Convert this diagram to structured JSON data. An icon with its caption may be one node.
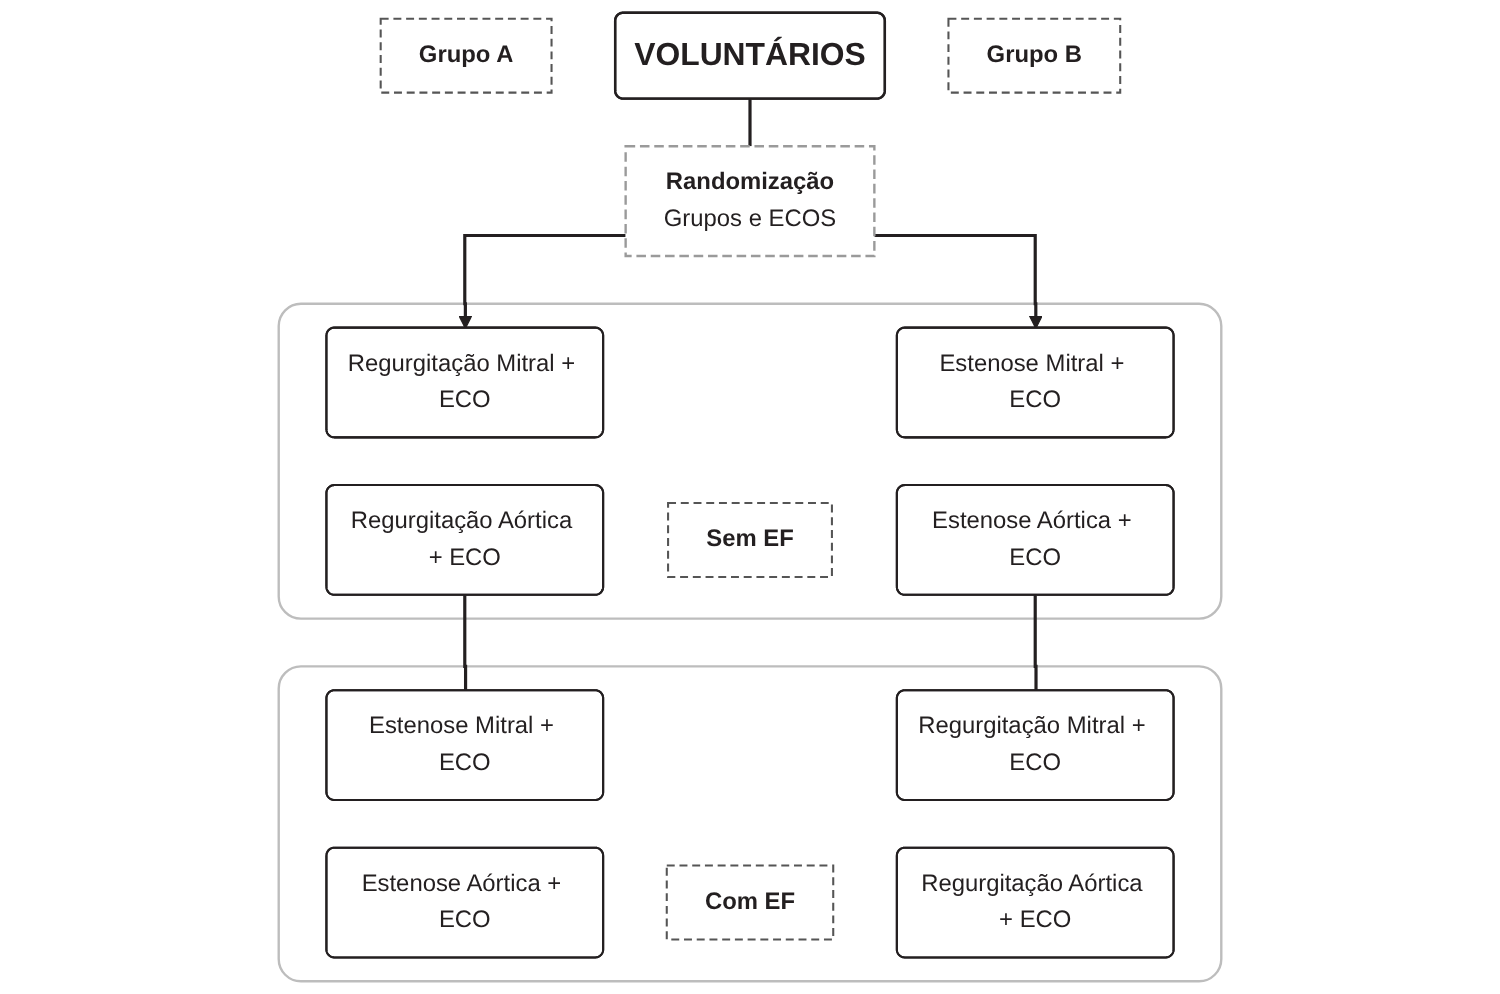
{
  "diagram": {
    "nodes": [
      {
        "text": [
          "VOLUNTÁRIOS"
        ]
      },
      {
        "text": [
          "Grupo A"
        ]
      },
      {
        "text": [
          "Grupo B"
        ]
      },
      {
        "text": [
          "Randomização",
          "Grupos e ECOS"
        ]
      },
      {
        "text": [],
        "shape": "box"
      },
      {
        "text": [
          "Regurgitação Mitral + ECO"
        ],
        "in": 4
      },
      {
        "text": [
          "Regurgitação Aórtica + ECO"
        ],
        "in": 4
      },
      {
        "text": [
          "Sem EF"
        ],
        "in": 4
      },
      {
        "text": [
          "Estenose Mitral + ECO"
        ],
        "in": 4
      },
      {
        "text": [
          "Estenose Aórtica + ECO"
        ],
        "in": 4
      },
      {
        "text": [],
        "shape": "box"
      },
      {
        "text": [
          "Estenose Mitral + ECO"
        ],
        "in": 10
      },
      {
        "text": [
          "Estenose Aórtica + ECO"
        ],
        "in": 10
      },
      {
        "text": [
          "Com EF"
        ],
        "in": 10
      },
      {
        "text": [
          "Regurgitação Mitral + ECO"
        ],
        "in": 10
      },
      {
        "text": [
          "Regurgitação Aórtica + ECO"
        ],
        "in": 10
      }
    ],
    "edges": [
      {
        "from": 0,
        "to": 3,
        "arrow": "none"
      },
      {
        "from": 3,
        "to": 5,
        "arrow": "to"
      },
      {
        "from": 3,
        "to": 8,
        "arrow": "to"
      },
      {
        "from": 6,
        "to": 11,
        "arrow": "none"
      },
      {
        "from": 9,
        "to": 14,
        "arrow": "none"
      }
    ]
  }
}
